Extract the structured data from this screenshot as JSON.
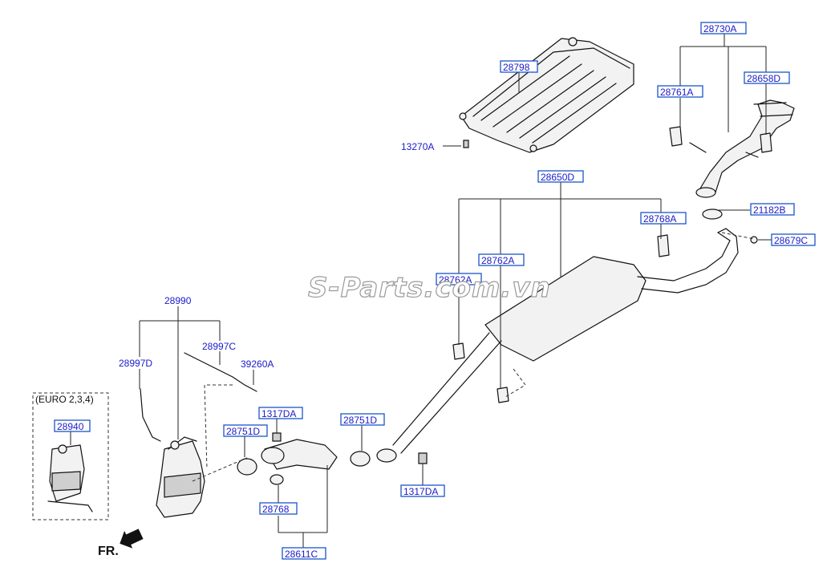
{
  "labels": {
    "p28730A": "28730A",
    "p28798": "28798",
    "p28761A": "28761A",
    "p28658D": "28658D",
    "p13270A": "13270A",
    "p28650D": "28650D",
    "p21182B": "21182B",
    "p28768A": "28768A",
    "p28679C": "28679C",
    "p28762A_1": "28762A",
    "p28762A_2": "28762A",
    "p28990": "28990",
    "p28997C": "28997C",
    "p28997D": "28997D",
    "p39260A": "39260A",
    "p1317DA_1": "1317DA",
    "p1317DA_2": "1317DA",
    "p28751D_1": "28751D",
    "p28751D_2": "28751D",
    "p28940": "28940",
    "p28768": "28768",
    "p28611C": "28611C"
  },
  "euro_note": "(EURO 2,3,4)",
  "front_marker": "FR.",
  "watermark": "S-Parts.com.vn",
  "colors": {
    "label_text": "#1a1ac8",
    "label_border": "#1a56c8",
    "line": "#111111"
  }
}
